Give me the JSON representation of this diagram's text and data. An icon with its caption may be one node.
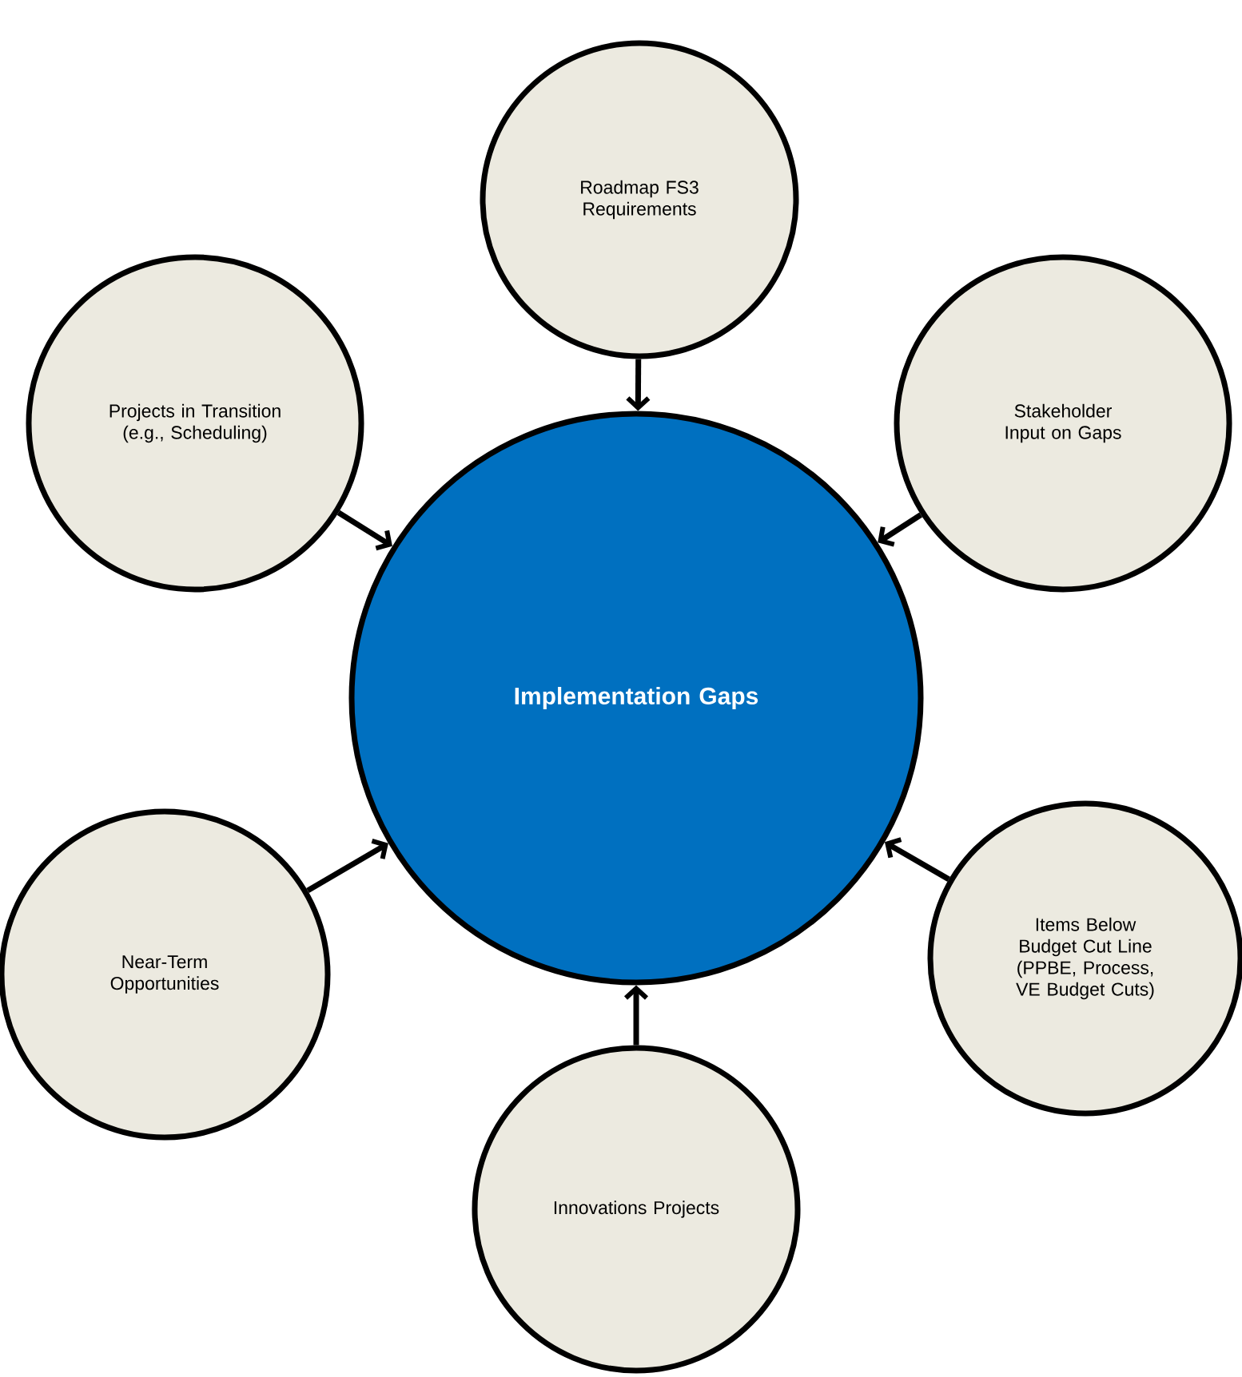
{
  "diagram": {
    "nodes": [
      {
        "text": [
          "Roadmap FS3 Requirements"
        ]
      },
      {
        "text": [
          "Projects in Transition (e.g., Scheduling)"
        ]
      },
      {
        "text": [
          "Stakeholder Input on Gaps"
        ]
      },
      {
        "text": [
          "Implementation Gaps"
        ]
      },
      {
        "text": [
          "Items Below Budget Cut Line (PPBE, Process, VE Budget Cuts)"
        ]
      },
      {
        "text": [
          "Near-Term Opportunities"
        ]
      },
      {
        "text": [
          "Innovations Projects"
        ]
      }
    ],
    "edges": [
      {
        "from": 0,
        "to": 3,
        "arrow": "to"
      },
      {
        "from": 1,
        "to": 3,
        "arrow": "to"
      },
      {
        "from": 2,
        "to": 3,
        "arrow": "to"
      },
      {
        "from": 4,
        "to": 3,
        "arrow": "to"
      },
      {
        "from": 5,
        "to": 3,
        "arrow": "to"
      },
      {
        "from": 6,
        "to": 3,
        "arrow": "to"
      }
    ]
  }
}
